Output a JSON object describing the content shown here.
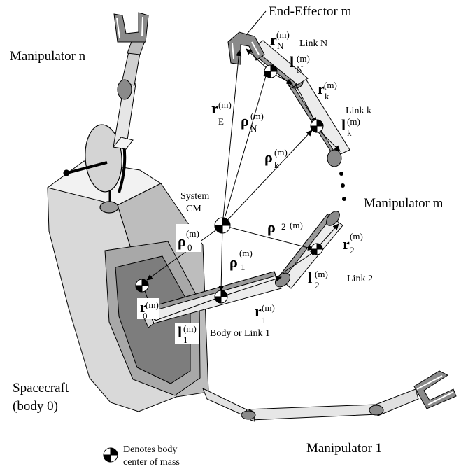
{
  "labels": {
    "end_effector": "End-Effector m",
    "manipulator_n": "Manipulator n",
    "manipulator_m": "Manipulator m",
    "manipulator_1": "Manipulator 1",
    "link_n": "Link N",
    "link_k": "Link k",
    "link_2": "Link 2",
    "body_or_link1": "Body or Link 1",
    "system_cm_line1": "System",
    "system_cm_line2": "CM",
    "spacecraft_line1": "Spacecraft",
    "spacecraft_line2": "(body 0)",
    "legend_line1": "Denotes body",
    "legend_line2": "center of mass"
  },
  "symbols": {
    "sup_m": "(m)",
    "r": "r",
    "l": "l",
    "rho": "ρ",
    "sub_N": "N",
    "sub_E": "E",
    "sub_k": "k",
    "sub_0": "0",
    "sub_1": "1",
    "sub_2": "2"
  },
  "colors": {
    "body_light": "#eeeeee",
    "body_mid": "#c8c8c8",
    "body_dark": "#8f8f8f",
    "joint": "#8a8a8a",
    "link": "#e6e6e6",
    "stroke": "#000000"
  }
}
